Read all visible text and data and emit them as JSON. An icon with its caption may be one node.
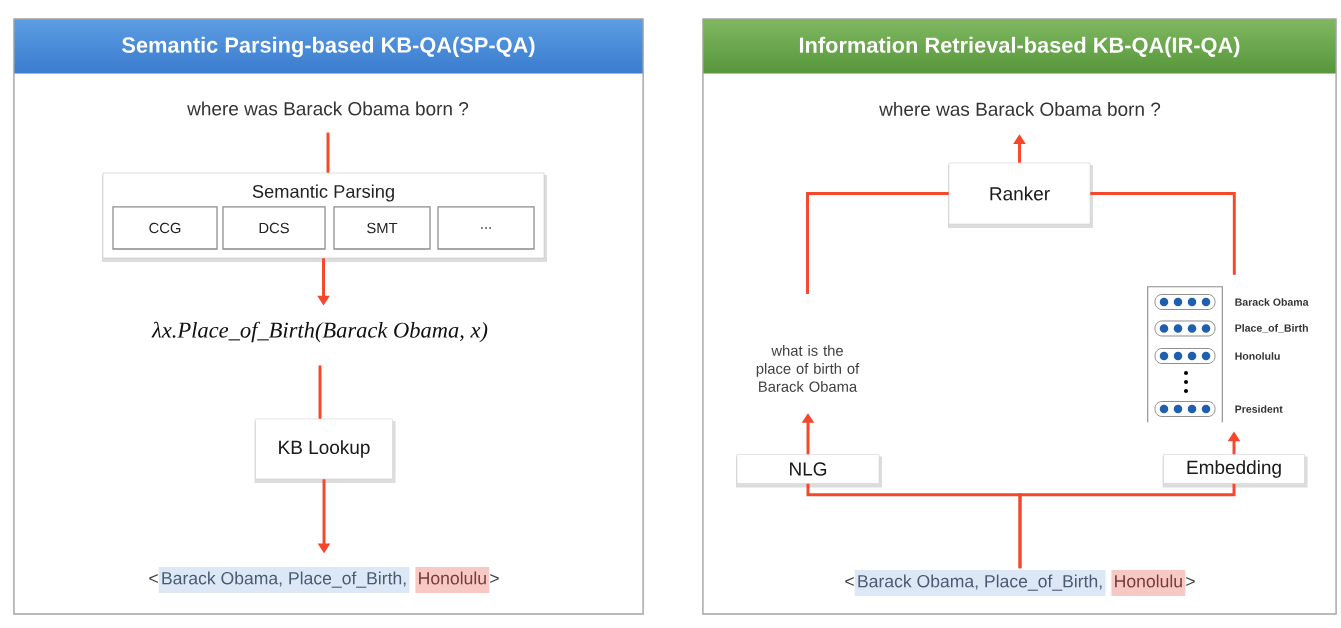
{
  "diagram": {
    "nodes": [
      {
        "text": [
          "Semantic Parsing-based KB-QA(SP-QA)"
        ]
      },
      {
        "text": [
          "where was Barack Obama born ?"
        ],
        "in": 0
      },
      {
        "text": [
          "Semantic Parsing"
        ],
        "in": 0
      },
      {
        "text": [
          "CCG"
        ],
        "in": 2
      },
      {
        "text": [
          "DCS"
        ],
        "in": 2
      },
      {
        "text": [
          "SMT"
        ],
        "in": 2
      },
      {
        "text": [
          "..."
        ],
        "in": 2
      },
      {
        "text": [
          "λx.Place_of_Birth(Barack Obama, x)"
        ],
        "in": 0
      },
      {
        "text": [
          "KB Lookup"
        ],
        "in": 0
      },
      {
        "text": [
          "<",
          "Barack Obama, Place_of_Birth,",
          "Honolulu",
          ">"
        ],
        "in": 0
      },
      {
        "text": [
          "Information Retrieval-based KB-QA(IR-QA)"
        ]
      },
      {
        "text": [
          "where was Barack Obama born ?"
        ],
        "in": 10
      },
      {
        "text": [
          "Ranker"
        ],
        "in": 10
      },
      {
        "text": [
          "what is the place of birth of Barack Obama"
        ],
        "in": 10
      },
      {
        "text": [],
        "shape": "box",
        "beside": [
          "Barack Obama",
          "Place_of_Birth",
          "Honolulu",
          "President"
        ],
        "in": 10
      },
      {
        "text": [
          "NLG"
        ],
        "in": 10
      },
      {
        "text": [
          "Embedding"
        ],
        "in": 10
      },
      {
        "text": [
          "<",
          "Barack Obama, Place_of_Birth,",
          "Honolulu",
          ">"
        ],
        "in": 10
      }
    ],
    "edges": [
      {
        "from": 1,
        "to": 2,
        "arrow": "none"
      },
      {
        "from": 2,
        "to": 7,
        "arrow": "to"
      },
      {
        "from": 7,
        "to": 8,
        "arrow": "none"
      },
      {
        "from": 8,
        "to": 9,
        "arrow": "to"
      },
      {
        "from": 12,
        "to": 11,
        "arrow": "to"
      },
      {
        "from": 13,
        "to": 12,
        "arrow": "none"
      },
      {
        "from": 14,
        "to": 12,
        "arrow": "none"
      },
      {
        "from": 15,
        "to": 13,
        "arrow": "to"
      },
      {
        "from": 16,
        "to": 14,
        "arrow": "to"
      },
      {
        "from": 17,
        "to": 15,
        "arrow": "none"
      },
      {
        "from": 17,
        "to": 16,
        "arrow": "none"
      }
    ]
  }
}
